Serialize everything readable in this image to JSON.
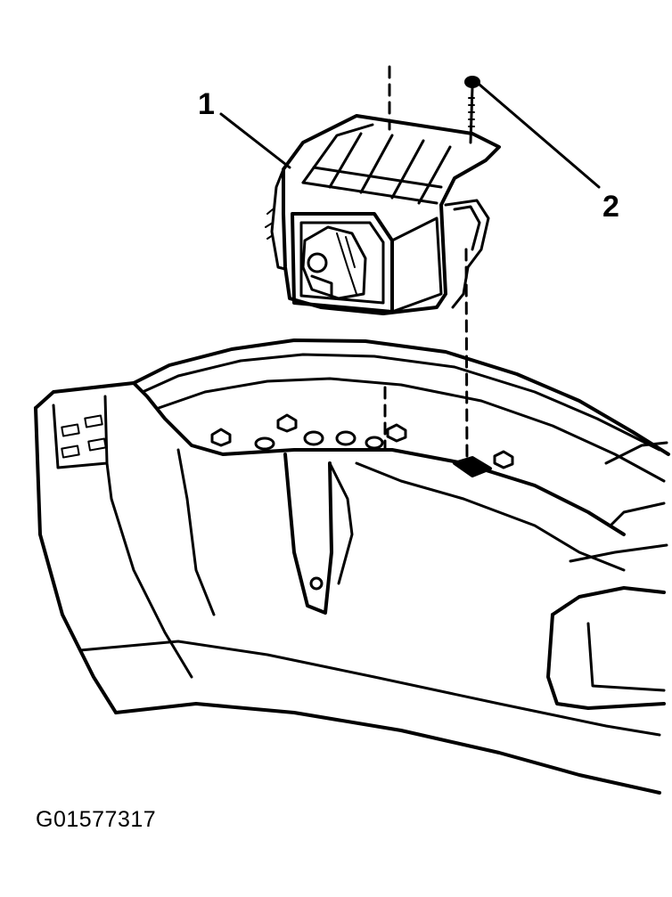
{
  "callouts": [
    {
      "number": "1"
    },
    {
      "number": "2"
    }
  ],
  "figure_id": "G01577317"
}
